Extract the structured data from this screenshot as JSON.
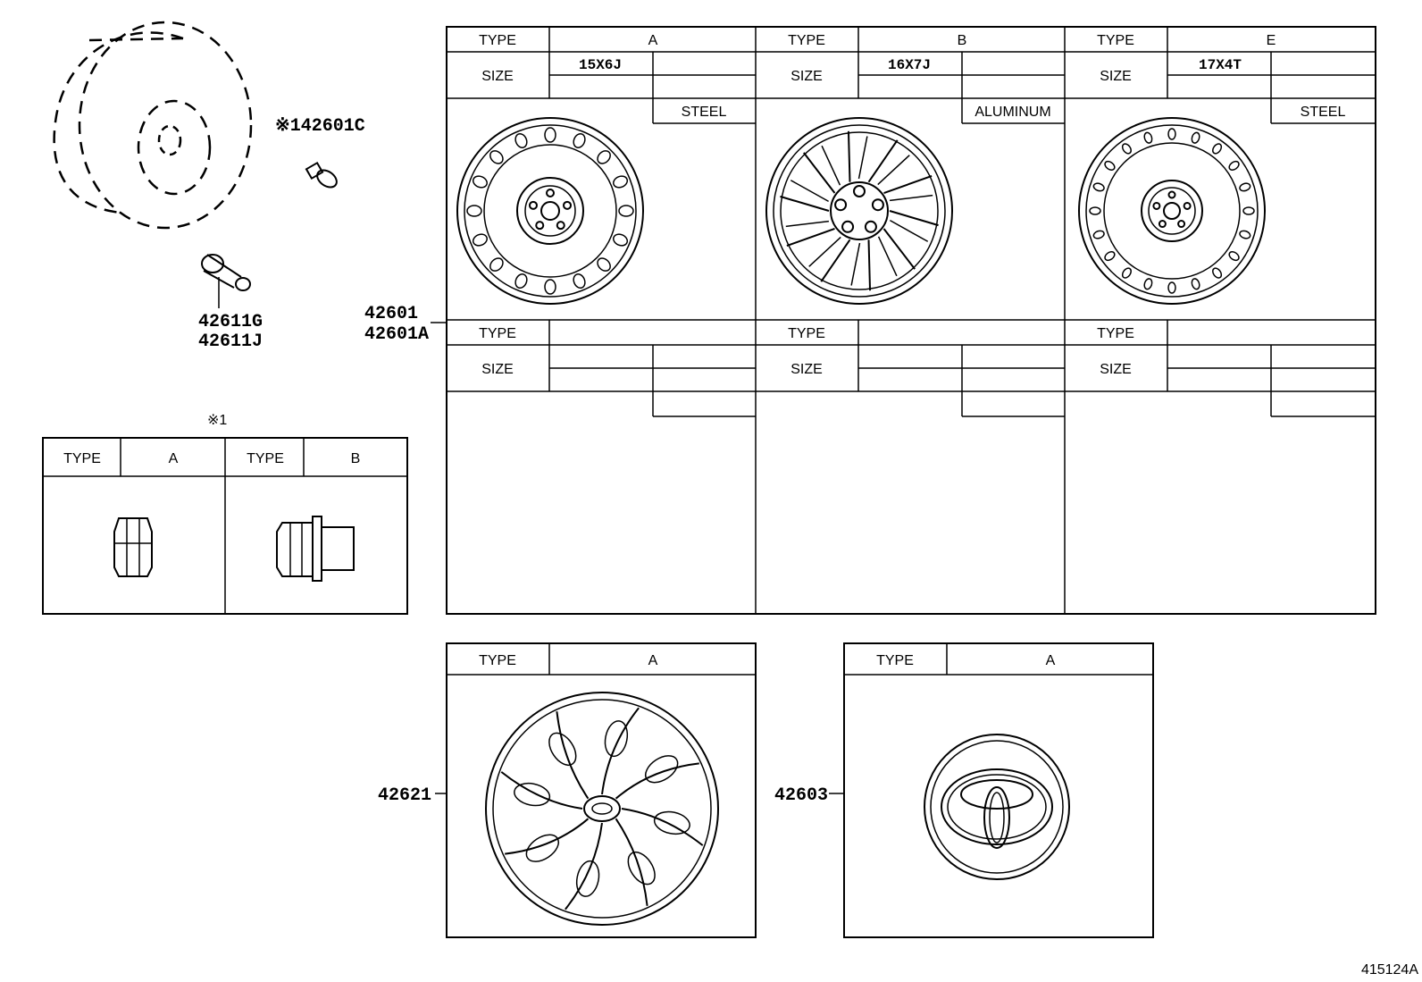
{
  "callouts": {
    "valve_cap": "※142601C",
    "valve_stem_1": "42611G",
    "valve_stem_2": "42611J",
    "wheel_1": "42601",
    "wheel_2": "42601A",
    "wheel_cover": "42621",
    "ornament": "42603",
    "nut_note": "※1",
    "figure_id": "415124A"
  },
  "nut_table": {
    "cells": [
      {
        "label": "TYPE",
        "value": "A"
      },
      {
        "label": "TYPE",
        "value": "B"
      }
    ]
  },
  "wheel_table": {
    "type_label": "TYPE",
    "size_label": "SIZE",
    "columns": [
      {
        "type": "A",
        "size": "15X6J",
        "material": "STEEL"
      },
      {
        "type": "B",
        "size": "16X7J",
        "material": "ALUMINUM"
      },
      {
        "type": "E",
        "size": "17X4T",
        "material": "STEEL"
      }
    ]
  },
  "cover_table": {
    "label": "TYPE",
    "value": "A"
  },
  "ornament_table": {
    "label": "TYPE",
    "value": "A"
  }
}
